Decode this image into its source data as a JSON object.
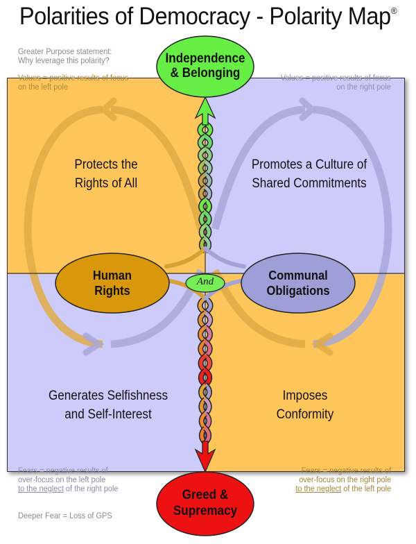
{
  "title": "Polarities of Democracy - Polarity Map",
  "title_mark": "®",
  "greater_purpose": {
    "line1": "Greater Purpose statement:",
    "line2": "Why leverage this polarity?",
    "pole": {
      "line1": "Independence",
      "line2": "& Belonging",
      "color": "#66ee44"
    }
  },
  "deeper_fear": {
    "label": "Deeper Fear = Loss of GPS",
    "pole": {
      "line1": "Greed &",
      "line2": "Supremacy",
      "color": "#ee1111"
    }
  },
  "left_pole": {
    "line1": "Human",
    "line2": "Rights",
    "color": "#d9980c"
  },
  "right_pole": {
    "line1": "Communal",
    "line2": "Obligations",
    "color": "#9f9fd8"
  },
  "connector": {
    "label": "And",
    "color": "#77ee55"
  },
  "quadrants": {
    "upper_left": {
      "note_line1": "Values = positive results of focus",
      "note_line2": "on the left pole",
      "line1": "Protects the",
      "line2": "Rights of All",
      "color": "#fdc55a"
    },
    "upper_right": {
      "note_line1": "Values = positive results of focus",
      "note_line2": "on the right pole",
      "line1": "Promotes a Culture of",
      "line2": "Shared Commitments",
      "color": "#cccbfa"
    },
    "lower_left": {
      "note_line1": "Fears = negative results of",
      "note_line2": "over-focus on the left pole",
      "note_line3_u": "to the neglect",
      "note_line3_rest": " of the right pole",
      "line1": "Generates Selfishness",
      "line2": "and Self-Interest",
      "color": "#cccbfa"
    },
    "lower_right": {
      "note_line1": "Fears = negative results of",
      "note_line2": "over-focus on the right pole",
      "note_line3_u": "to the neglect",
      "note_line3_rest": " of the left pole",
      "line1": "Imposes",
      "line2": "Conformity",
      "color": "#fdc55a"
    }
  }
}
